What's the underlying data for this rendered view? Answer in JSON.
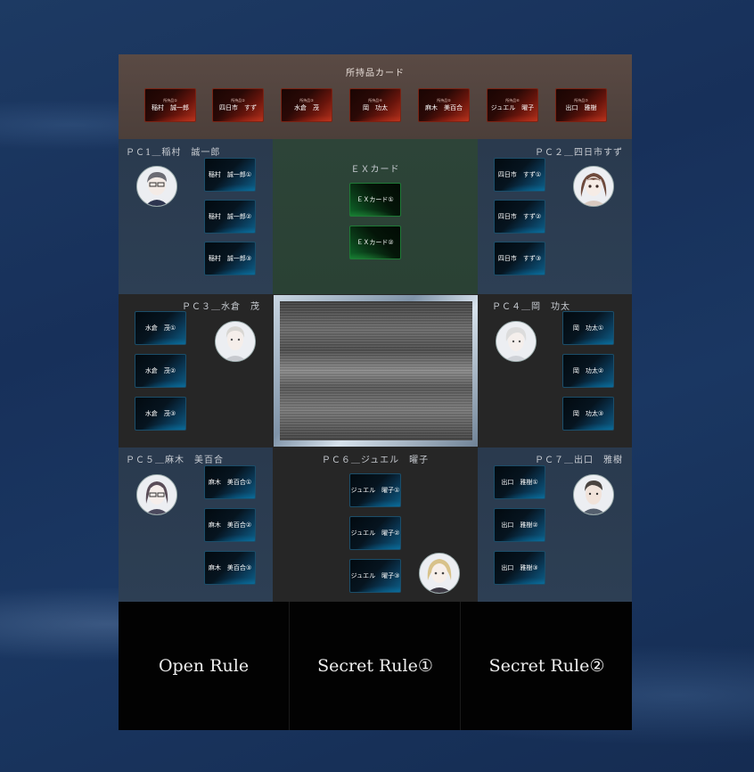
{
  "items": {
    "title": "所持品カード",
    "cards": [
      {
        "sub": "所持品①",
        "label": "稲村　誠一郎"
      },
      {
        "sub": "所持品②",
        "label": "四日市　すず"
      },
      {
        "sub": "所持品③",
        "label": "水倉　茂"
      },
      {
        "sub": "所持品④",
        "label": "岡　功太"
      },
      {
        "sub": "所持品⑤",
        "label": "麻木　美百合"
      },
      {
        "sub": "所持品⑥",
        "label": "ジュエル　曜子"
      },
      {
        "sub": "所持品⑦",
        "label": "出口　雅樹"
      }
    ]
  },
  "players": [
    {
      "title": "ＰＣ1＿稲村　誠一郎",
      "cards": [
        "稲村　誠一郎①",
        "稲村　誠一郎②",
        "稲村　誠一郎③"
      ]
    },
    {
      "title": "ＰＣ２＿四日市すず",
      "cards": [
        "四日市　すず①",
        "四日市　すず②",
        "四日市　すず③"
      ]
    },
    {
      "title": "ＰＣ３＿水倉　茂",
      "cards": [
        "水倉　茂①",
        "水倉　茂②",
        "水倉　茂③"
      ]
    },
    {
      "title": "ＰＣ４＿岡　功太",
      "cards": [
        "岡　功太①",
        "岡　功太②",
        "岡　功太③"
      ]
    },
    {
      "title": "ＰＣ５＿麻木　美百合",
      "cards": [
        "麻木　美百合①",
        "麻木　美百合②",
        "麻木　美百合③"
      ]
    },
    {
      "title": "ＰＣ６＿ジュエル　曜子",
      "cards": [
        "ジュエル　曜子①",
        "ジュエル　曜子②",
        "ジュエル　曜子③"
      ]
    },
    {
      "title": "ＰＣ７＿出口　雅樹",
      "cards": [
        "出口　雅樹①",
        "出口　雅樹②",
        "出口　雅樹③"
      ]
    }
  ],
  "ex": {
    "title": "ＥＸカード",
    "cards": [
      "ＥＸカード①",
      "ＥＸカード②"
    ]
  },
  "rules": {
    "open": "Open Rule",
    "secret1": "Secret Rule①",
    "secret2": "Secret Rule②"
  },
  "colors": {
    "card_blue_accent": "#0c5f88",
    "card_red_accent": "#b1301b",
    "card_green_accent": "#0f6a2a",
    "board_item_bg": "#5a4a44"
  }
}
